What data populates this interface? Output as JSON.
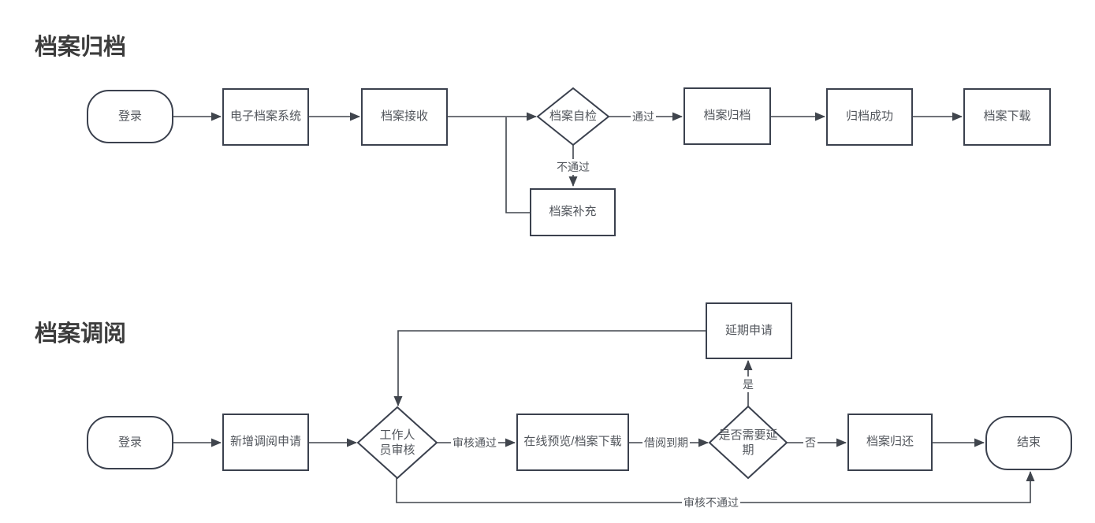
{
  "colors": {
    "background": "#ffffff",
    "line": "#40454d",
    "shape_border": "#3b414e",
    "shape_text": "#52565c",
    "title_text": "#3d3d3d"
  },
  "diagram1": {
    "title": "档案归档",
    "nodes": {
      "login": {
        "shape": "terminator",
        "label": "登录"
      },
      "system": {
        "shape": "process",
        "label": "电子档案系统"
      },
      "receive": {
        "shape": "process",
        "label": "档案接收"
      },
      "selfcheck": {
        "shape": "decision",
        "label": "档案自检"
      },
      "archive": {
        "shape": "process",
        "label": "档案归档"
      },
      "success": {
        "shape": "process",
        "label": "归档成功"
      },
      "download": {
        "shape": "process",
        "label": "档案下载"
      },
      "supplement": {
        "shape": "process",
        "label": "档案补充"
      }
    },
    "edge_labels": {
      "pass": "通过",
      "fail": "不通过"
    }
  },
  "diagram2": {
    "title": "档案调阅",
    "nodes": {
      "login": {
        "shape": "terminator",
        "label": "登录"
      },
      "new_request": {
        "shape": "process",
        "label": "新增调阅申请"
      },
      "staff_review": {
        "shape": "decision",
        "label": "工作人员审核"
      },
      "preview_download": {
        "shape": "process",
        "label": "在线预览/档案下载"
      },
      "need_extension": {
        "shape": "decision",
        "label": "是否需要延期"
      },
      "extension_request": {
        "shape": "process",
        "label": "延期申请"
      },
      "return": {
        "shape": "process",
        "label": "档案归还"
      },
      "end": {
        "shape": "terminator",
        "label": "结束"
      }
    },
    "edge_labels": {
      "review_pass": "审核通过",
      "loan_due": "借阅到期",
      "no": "否",
      "yes": "是",
      "review_fail": "审核不通过"
    }
  }
}
